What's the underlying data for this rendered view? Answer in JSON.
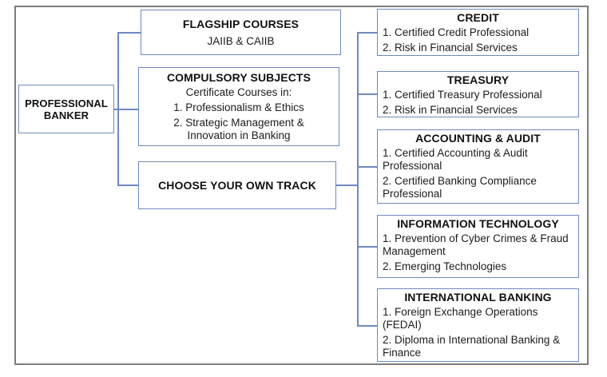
{
  "diagram": {
    "root": {
      "label": "PROFESSIONAL BANKER"
    },
    "flagship": {
      "header": "FLAGSHIP COURSES",
      "subtitle": "JAIIB & CAIIB"
    },
    "compulsory": {
      "header": "COMPULSORY SUBJECTS",
      "subtitle": "Certificate Courses in:",
      "items": [
        "1. Professionalism & Ethics",
        "2. Strategic Management & Innovation in Banking"
      ]
    },
    "choose": {
      "header": "CHOOSE YOUR OWN TRACK"
    },
    "tracks": [
      {
        "header": "CREDIT",
        "items": [
          "1. Certified Credit Professional",
          "2. Risk in Financial Services"
        ]
      },
      {
        "header": "TREASURY",
        "items": [
          "1. Certified Treasury Professional",
          "2. Risk in Financial Services"
        ]
      },
      {
        "header": "ACCOUNTING & AUDIT",
        "items": [
          "1. Certified Accounting & Audit Professional",
          "2. Certified Banking Compliance Professional"
        ]
      },
      {
        "header": "INFORMATION TECHNOLOGY",
        "items": [
          "1. Prevention of Cyber Crimes & Fraud Management",
          "2. Emerging Technologies"
        ]
      },
      {
        "header": "INTERNATIONAL BANKING",
        "items": [
          "1. Foreign Exchange Operations (FEDAI)",
          "2. Diploma in International Banking & Finance"
        ]
      }
    ],
    "colors": {
      "box_border": "#6d89c1",
      "connector": "#6d89c1",
      "outer_border": "#7c7c7c",
      "text": "#1c1c1c"
    }
  }
}
